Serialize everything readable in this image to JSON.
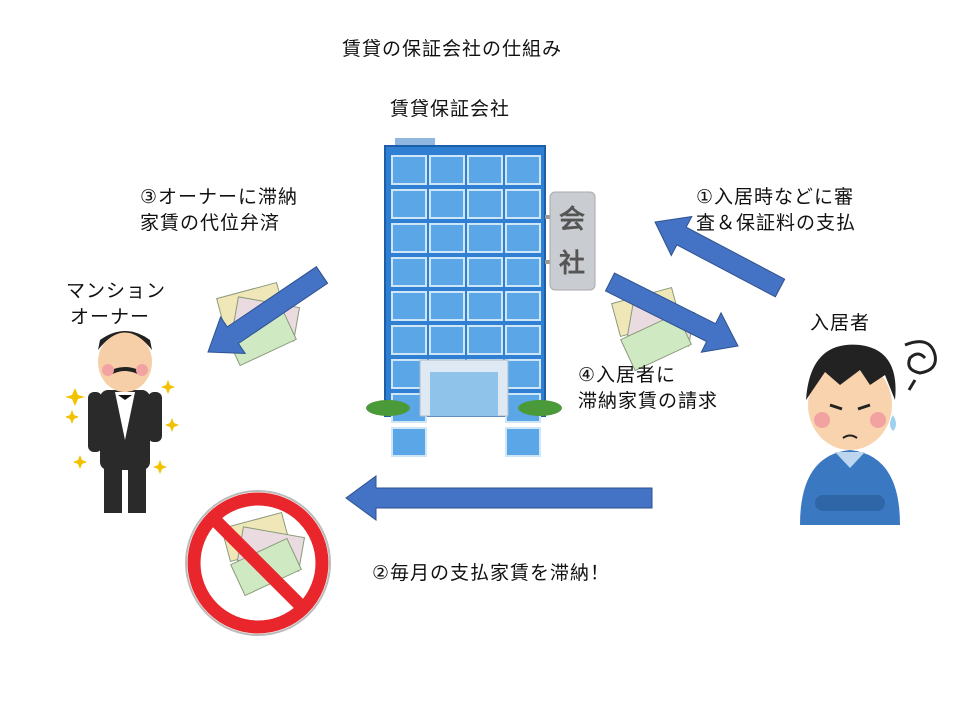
{
  "title": "賃貸の保証会社の仕組み",
  "company": {
    "label": "賃貸保証会社",
    "sign": [
      "会",
      "社"
    ]
  },
  "owner": {
    "label_lines": [
      "マンション",
      "オーナー"
    ]
  },
  "tenant": {
    "label": "入居者"
  },
  "steps": {
    "step1": [
      "①入居時などに審",
      "査＆保証料の支払"
    ],
    "step2": "②毎月の支払家賃を滞納！",
    "step3": [
      "③オーナーに滞納",
      "家賃の代位弁済"
    ],
    "step4": [
      "④入居者に",
      "滞納家賃の請求"
    ]
  },
  "colors": {
    "arrow": "#4472C4",
    "building": "#2F7FD3",
    "no_sign": "#E8262B"
  }
}
